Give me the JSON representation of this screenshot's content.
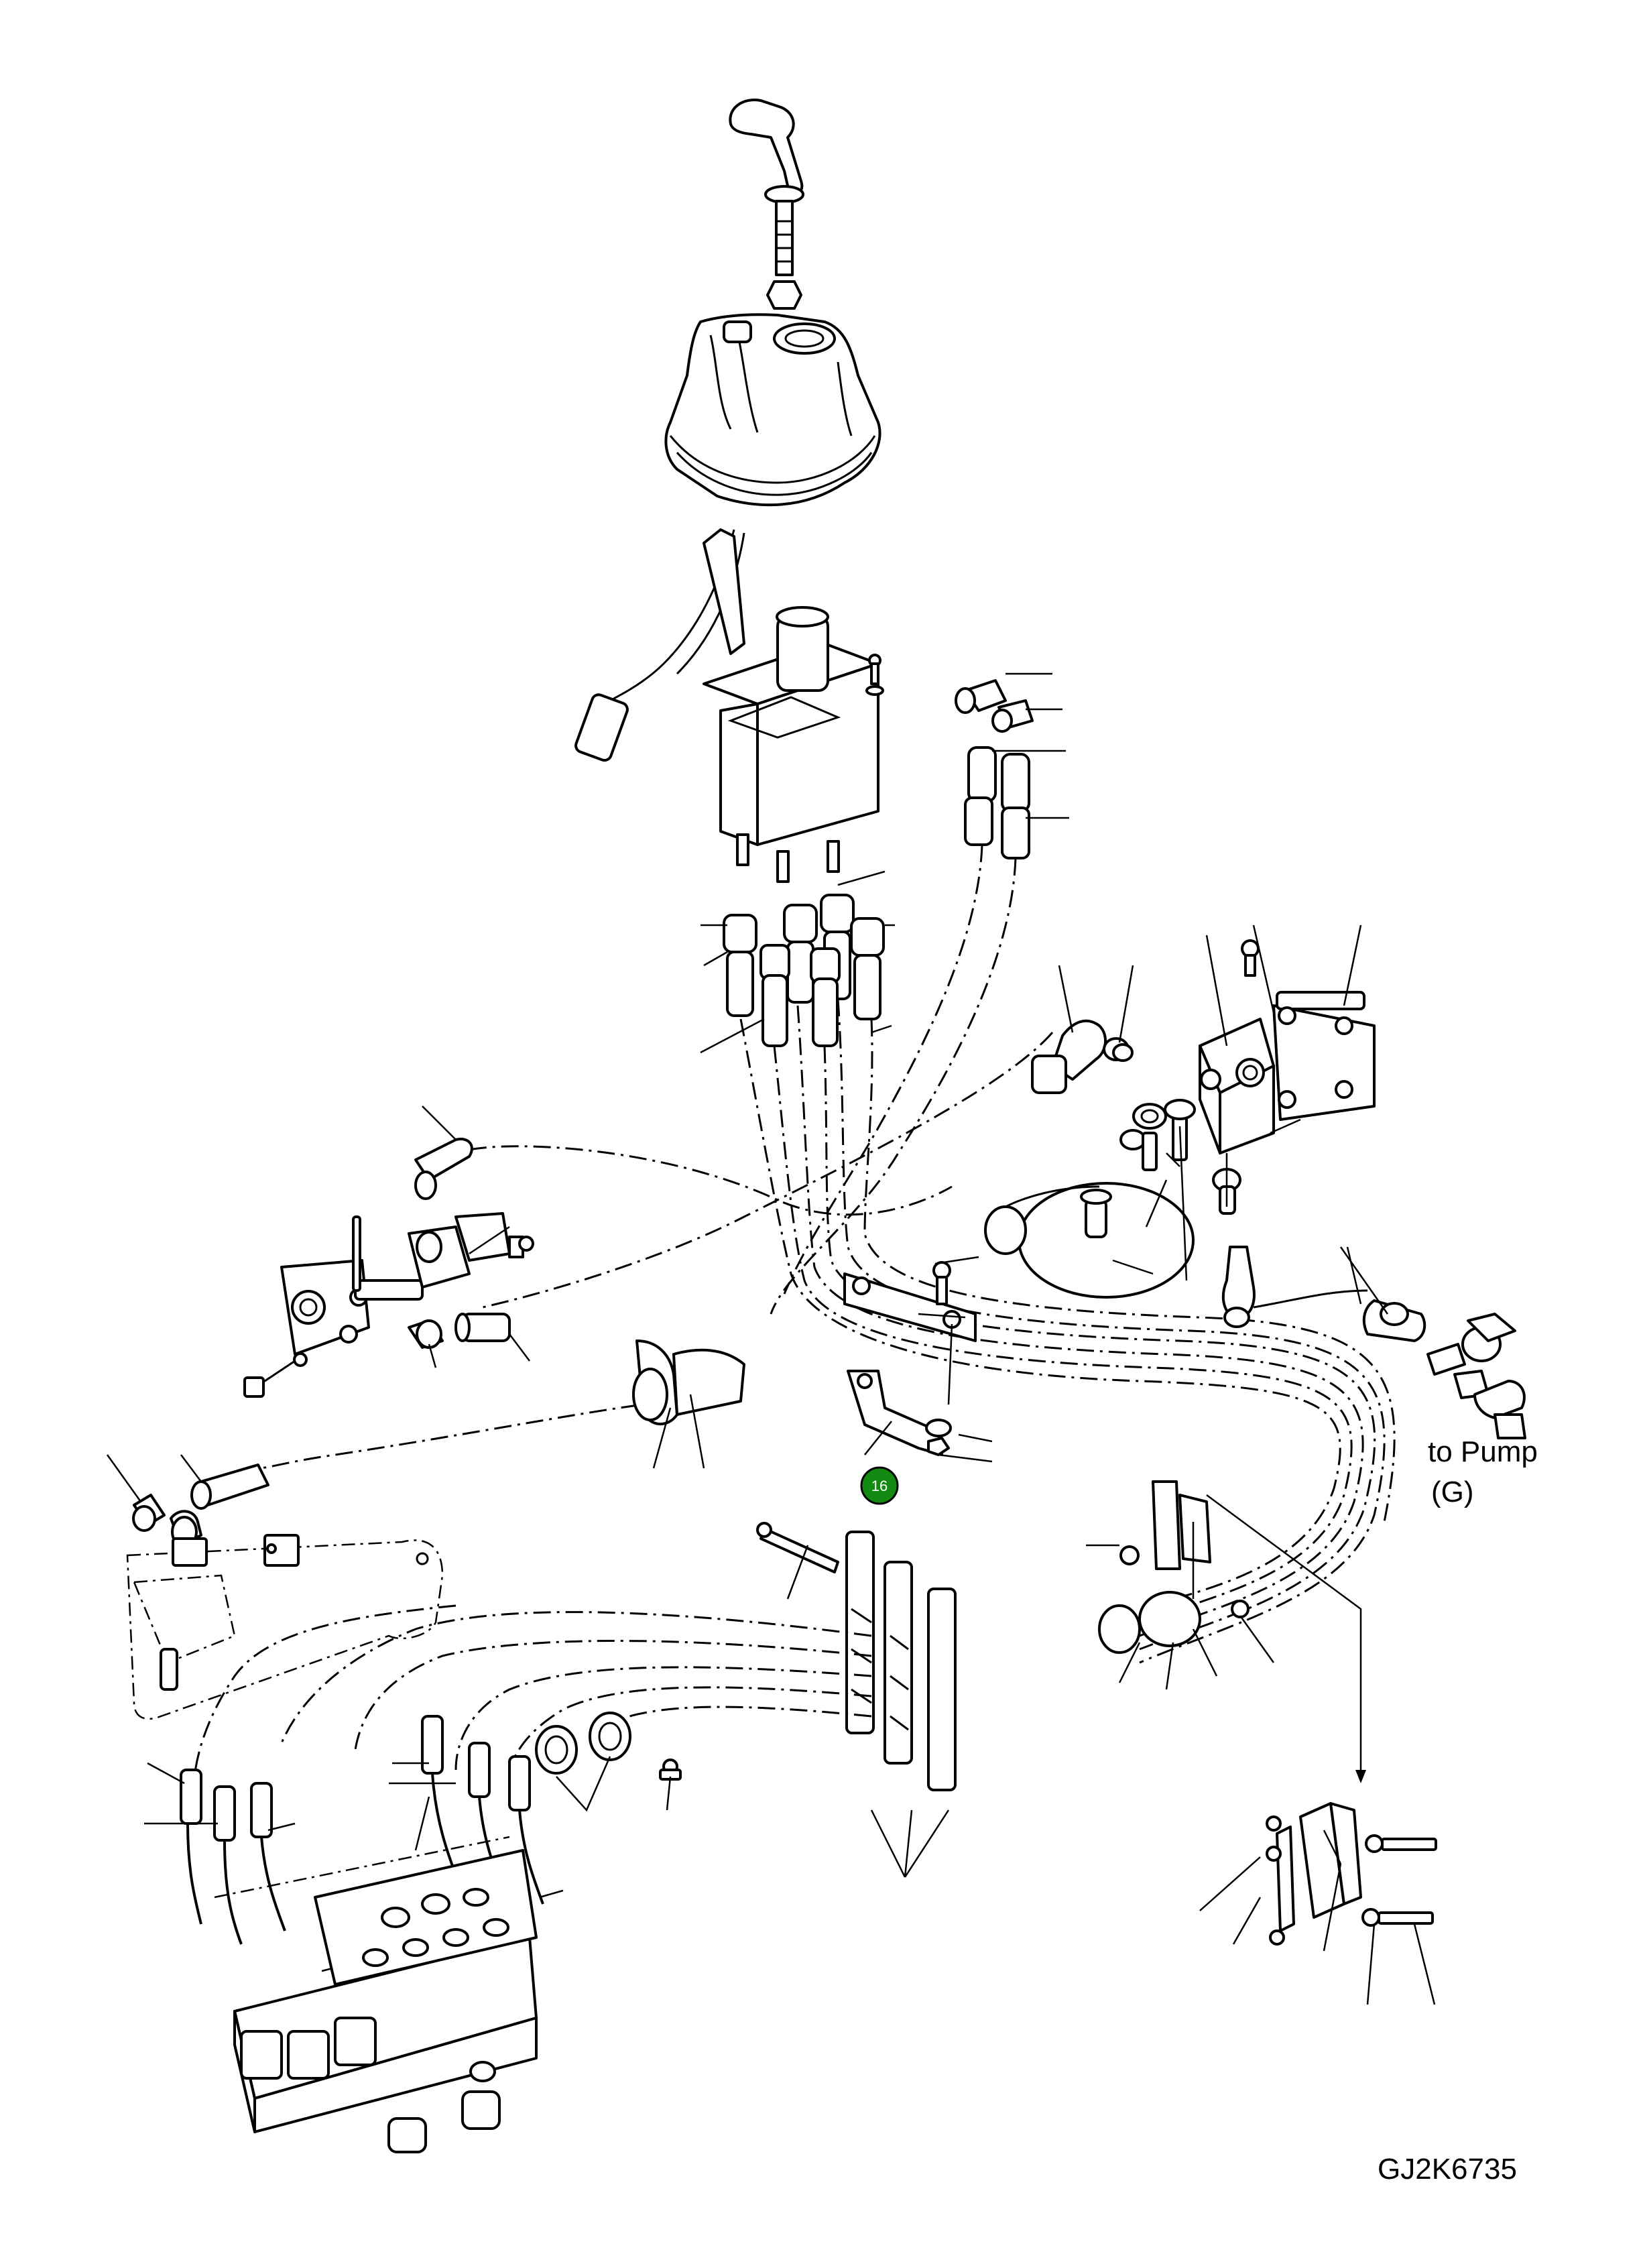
{
  "callout": {
    "number": "16",
    "color": "#138a12"
  },
  "annotations": {
    "destination_line1": "to Pump",
    "destination_line2": "(G)",
    "drawing_id": "GJ2K6735"
  }
}
